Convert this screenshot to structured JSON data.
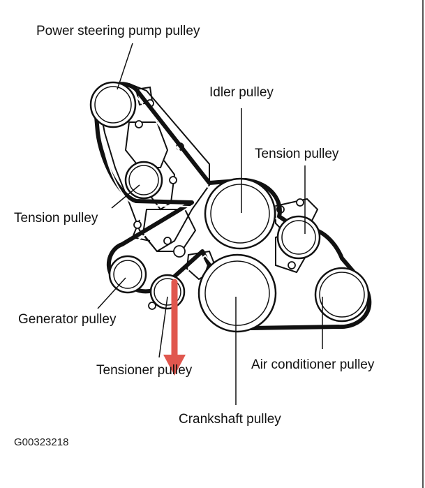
{
  "labels": {
    "power_steering": "Power steering pump pulley",
    "idler": "Idler pulley",
    "tension_upper_right": "Tension pulley",
    "tension_left": "Tension pulley",
    "generator": "Generator pulley",
    "tensioner": "Tensioner pulley",
    "air_conditioner": "Air conditioner pulley",
    "crankshaft": "Crankshaft pulley"
  },
  "figure_code": "G00323218",
  "colors": {
    "ink": "#111111",
    "arrow": "#e0574e",
    "background": "#ffffff"
  }
}
